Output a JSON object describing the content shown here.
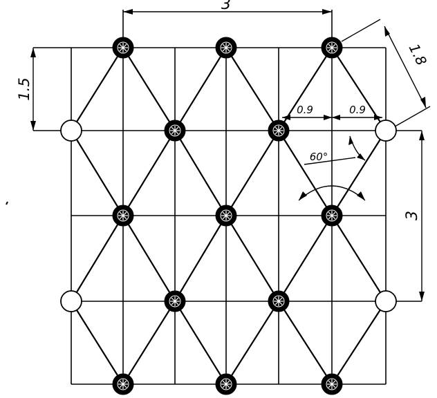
{
  "diagram": {
    "node_legend": {
      "filled": "solid-node-icon",
      "open": "open-node-icon"
    },
    "dimensions": {
      "top_span": "3",
      "left_span": "1.5",
      "diagonal_span": "1.8",
      "half_span_left": "0.9",
      "half_span_right": "0.9",
      "right_span": "3",
      "angle": "60°"
    },
    "colors": {
      "ink": "#000000",
      "paper": "#ffffff"
    }
  }
}
